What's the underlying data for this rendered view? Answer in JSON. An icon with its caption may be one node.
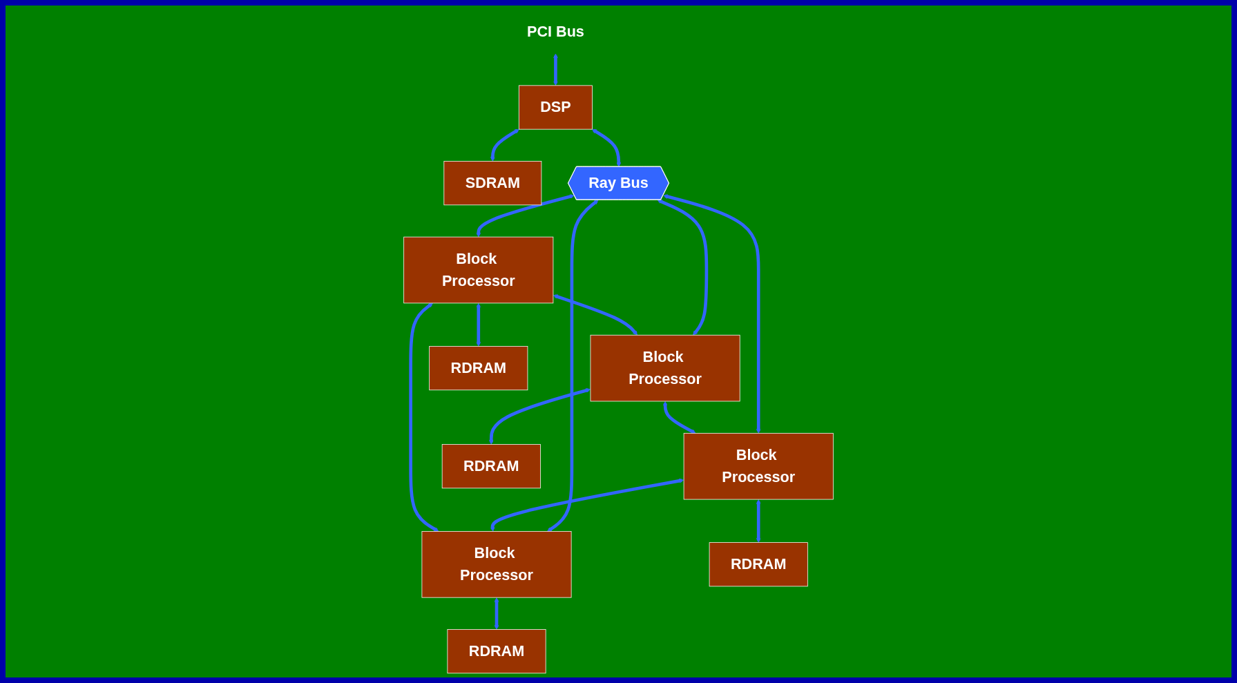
{
  "diagram": {
    "nodes": [
      {
        "text": [
          "PCI Bus"
        ]
      },
      {
        "text": [
          "DSP"
        ]
      },
      {
        "text": [
          "SDRAM"
        ]
      },
      {
        "text": [
          "Ray Bus"
        ]
      },
      {
        "text": [
          "Block Processor"
        ]
      },
      {
        "text": [
          "Block Processor"
        ]
      },
      {
        "text": [
          "Block Processor"
        ]
      },
      {
        "text": [
          "Block Processor"
        ]
      },
      {
        "text": [
          "RDRAM"
        ]
      },
      {
        "text": [
          "RDRAM"
        ]
      },
      {
        "text": [
          "RDRAM"
        ]
      },
      {
        "text": [
          "RDRAM"
        ]
      }
    ],
    "edges": [
      {
        "from": 0,
        "to": 1,
        "arrow": "both"
      },
      {
        "from": 1,
        "to": 2,
        "arrow": "both"
      },
      {
        "from": 1,
        "to": 3,
        "arrow": "both"
      },
      {
        "from": 3,
        "to": 4,
        "arrow": "both"
      },
      {
        "from": 3,
        "to": 5,
        "arrow": "both"
      },
      {
        "from": 3,
        "to": 6,
        "arrow": "both"
      },
      {
        "from": 3,
        "to": 7,
        "arrow": "both"
      },
      {
        "from": 4,
        "to": 5,
        "arrow": "both"
      },
      {
        "from": 5,
        "to": 6,
        "arrow": "both"
      },
      {
        "from": 6,
        "to": 7,
        "arrow": "both"
      },
      {
        "from": 4,
        "to": 8,
        "arrow": "both"
      },
      {
        "from": 5,
        "to": 9,
        "arrow": "both"
      },
      {
        "from": 6,
        "to": 10,
        "arrow": "both"
      },
      {
        "from": 7,
        "to": 11,
        "arrow": "both"
      },
      {
        "from": 7,
        "to": 4,
        "arrow": "both"
      }
    ]
  }
}
